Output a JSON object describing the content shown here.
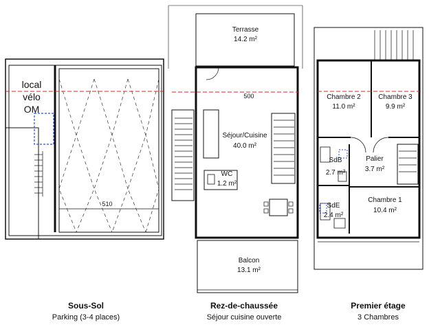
{
  "colors": {
    "wall": "#111111",
    "cut_line": "#d9262b",
    "hatch_blue": "#2b4fc7"
  },
  "sous_sol": {
    "room_bike_line1": "local",
    "room_bike_line2": "vélo",
    "room_bike_line3": "OM",
    "dimension": "510",
    "caption_title": "Sous-Sol",
    "caption_sub": "Parking (3-4 places)"
  },
  "rez": {
    "terrasse_name": "Terrasse",
    "terrasse_area": "14.2 m²",
    "dimension": "500",
    "sejour_name": "Séjour/Cuisine",
    "sejour_area": "40.0 m²",
    "wc_name": "WC",
    "wc_area": "1.2 m²",
    "balcon_name": "Balcon",
    "balcon_area": "13.1 m²",
    "caption_title": "Rez-de-chaussée",
    "caption_sub": "Séjour cuisine ouverte"
  },
  "etage": {
    "ch2_name": "Chambre 2",
    "ch2_area": "11.0 m²",
    "ch3_name": "Chambre 3",
    "ch3_area": "9.9 m²",
    "sdb_name": "SdB",
    "sdb_area": "2.7 m²",
    "palier_name": "Palier",
    "palier_area": "3.7 m²",
    "sde_name": "SdE",
    "sde_area": "2.4 m²",
    "ch1_name": "Chambre 1",
    "ch1_area": "10.4 m²",
    "caption_title": "Premier étage",
    "caption_sub": "3 Chambres"
  }
}
